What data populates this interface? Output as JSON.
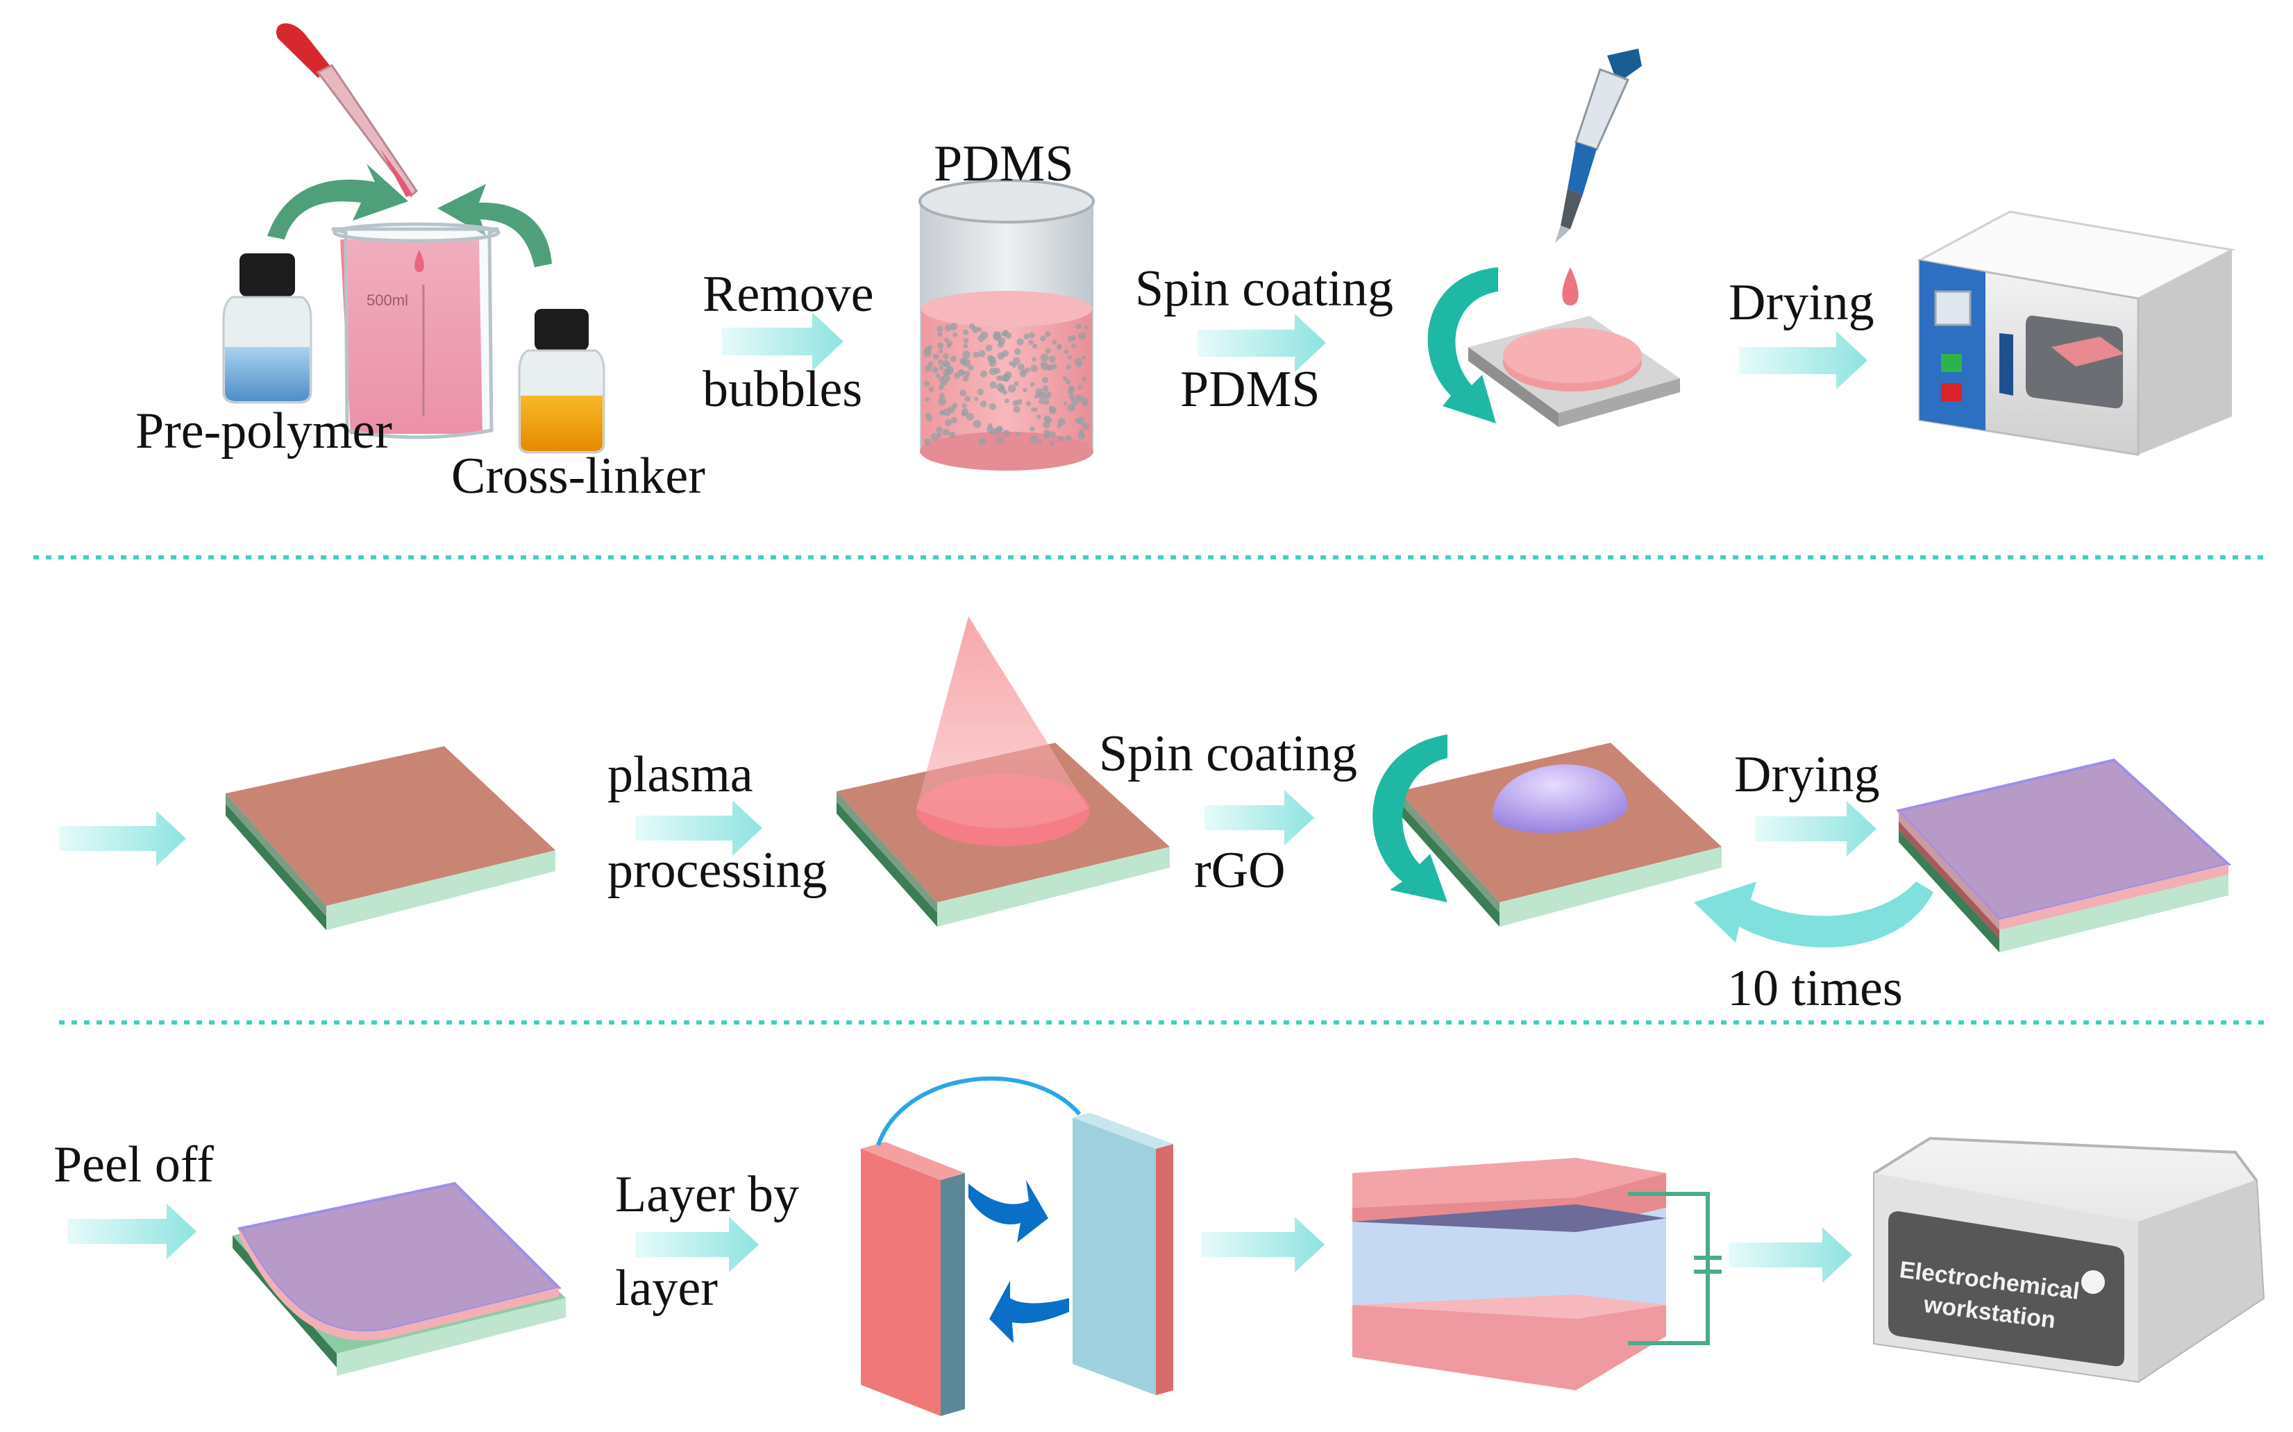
{
  "row1": {
    "prepolymer": "Pre-polymer",
    "crosslinker": "Cross-linker",
    "beaker_mark": "500ml",
    "remove_line1": "Remove",
    "remove_line2": "bubbles",
    "pdms": "PDMS",
    "spin_line1": "Spin coating",
    "spin_line2": "PDMS",
    "drying": "Drying"
  },
  "row2": {
    "plasma_line1": "plasma",
    "plasma_line2": "processing",
    "spin_line1": "Spin coating",
    "spin_line2": "rGO",
    "drying": "Drying",
    "repeat": "10 times"
  },
  "row3": {
    "peel": "Peel off",
    "layer_line1": "Layer by",
    "layer_line2": "layer",
    "ws_line1": "Electrochemical",
    "ws_line2": "workstation"
  },
  "colors": {
    "flow_arrow": "#aeeeed",
    "divider": "#3fd1c0",
    "pdms_pink": "#f08a93",
    "rgo_purple": "#b89ac9",
    "spin_arrow": "#1fb8a5",
    "substrate_brown": "#c98574",
    "substrate_green": "#bfe5cf"
  }
}
